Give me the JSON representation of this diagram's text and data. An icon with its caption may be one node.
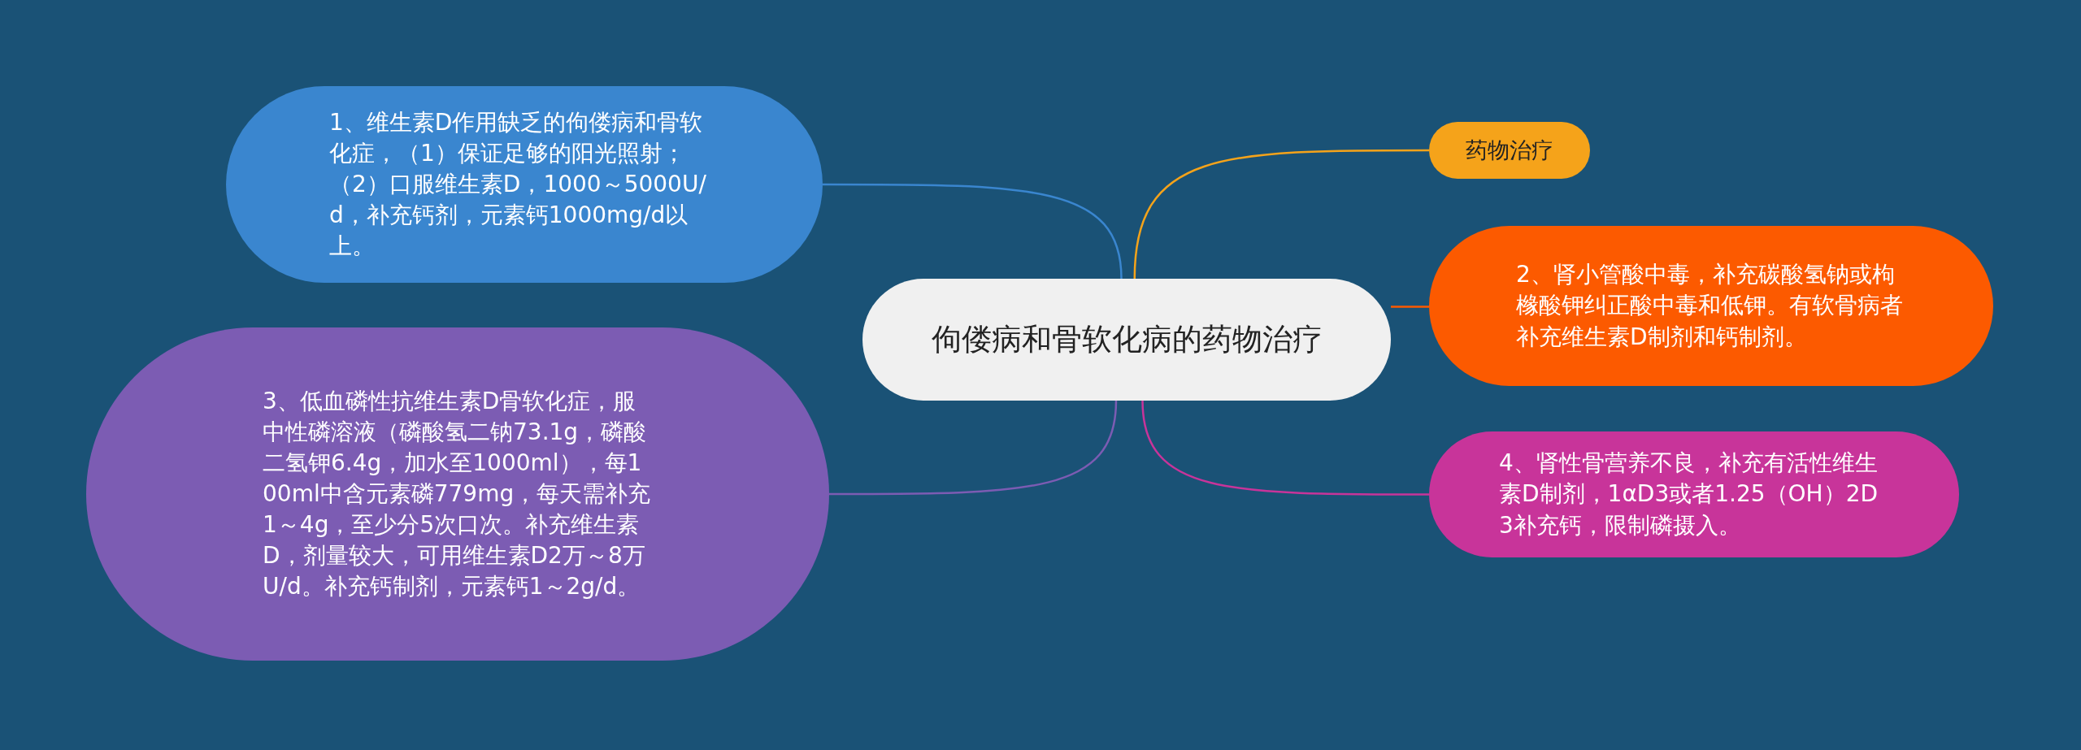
{
  "diagram": {
    "nodes": [
      {
        "text": [
          "佝偻病和骨软化病的药物治疗"
        ]
      },
      {
        "text": [
          "药物治疗"
        ]
      },
      {
        "text": [
          "1、维生素D作用缺乏的佝偻病和骨软化症，（1）保证足够的阳光照射；（2）口服维生素D，1000～5000U/d，补充钙剂，元素钙1000mg/d以上。"
        ]
      },
      {
        "text": [
          "2、肾小管酸中毒，补充碳酸氢钠或枸橼酸钾纠正酸中毒和低钾。有软骨病者补充维生素D制剂和钙制剂。"
        ]
      },
      {
        "text": [
          "3、低血磷性抗维生素D骨软化症，服中性磷溶液（磷酸氢二钠73.1g，磷酸二氢钾6.4g，加水至1000ml），每100ml中含元素磷779mg，每天需补充1～4g，至少分5次口次。补充维生素D，剂量较大，可用维生素D2万～8万U/d。补充钙制剂，元素钙1～2g/d。"
        ]
      },
      {
        "text": [
          "4、肾性骨营养不良，补充有活性维生素D制剂，1αD3或者1.25（OH）2D3补充钙，限制磷摄入。"
        ]
      }
    ],
    "edges": [
      {
        "from": 0,
        "to": 1,
        "arrow": "none",
        "color": "#f5a31a"
      },
      {
        "from": 0,
        "to": 2,
        "arrow": "none",
        "color": "#3a86cf"
      },
      {
        "from": 0,
        "to": 3,
        "arrow": "none",
        "color": "#fc5a00"
      },
      {
        "from": 0,
        "to": 4,
        "arrow": "none",
        "color": "#7c5cb3"
      },
      {
        "from": 0,
        "to": 5,
        "arrow": "none",
        "color": "#c8349a"
      }
    ]
  }
}
